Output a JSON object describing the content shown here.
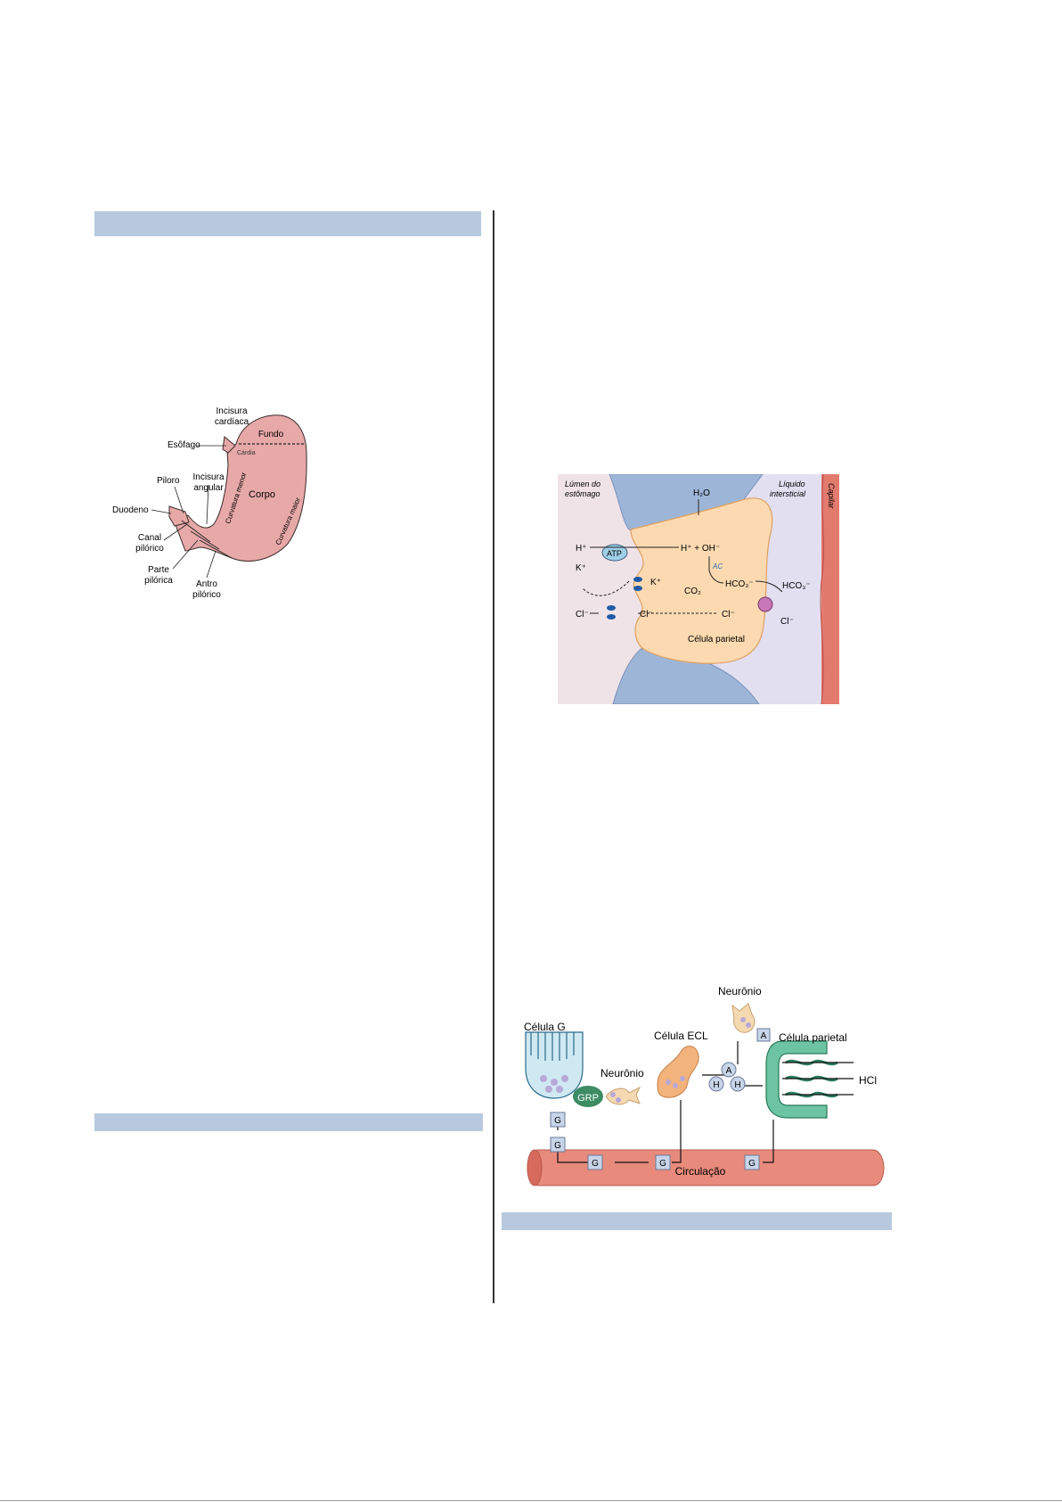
{
  "colors": {
    "section_bar": "#b8c9de",
    "stomach_fill": "#e7a9a8",
    "cell_fill": "#fcd9b0",
    "lumen_bg": "#efe3e8",
    "interstitial_bg": "#e2dff0",
    "epithelium_blue": "#9db6d8",
    "capillary_red": "#e27a6e",
    "gcell_fill": "#cfe9f2",
    "ecl_fill": "#f2b37c",
    "parietal_green": "#6cc4a2",
    "grp_green": "#3c8c64"
  },
  "stomach_figure": {
    "incisura_cardiaca_1": "Incisura",
    "incisura_cardiaca_2": "cardíaca",
    "fundo": "Fundo",
    "esofago": "Esôfago",
    "cardia": "Cárdia",
    "piloro": "Piloro",
    "incisura_angular_1": "Incisura",
    "incisura_angular_2": "angular",
    "curvatura_menor": "Curvatura menor",
    "corpo": "Corpo",
    "curvatura_maior": "Curvatura maior",
    "duodeno": "Duodeno",
    "canal_pilorico_1": "Canal",
    "canal_pilorico_2": "pilórico",
    "parte_pilorica_1": "Parte",
    "parte_pilorica_2": "pilórica",
    "antro_pilorico_1": "Antro",
    "antro_pilorico_2": "pilórico"
  },
  "parietal_cell_figure": {
    "lumen_1": "Lúmen do",
    "lumen_2": "estômago",
    "liquido_1": "Líquido",
    "liquido_2": "intersticial",
    "capilar": "Capilar",
    "h2o": "H₂O",
    "h_plus_lumen": "H⁺",
    "atp": "ATP",
    "h_oh": "H⁺ + OH⁻",
    "k_plus_lumen": "K⁺",
    "k_plus_cell": "K⁺",
    "ac": "AC",
    "hco3_cell": "HCO₃⁻",
    "co2": "CO₂",
    "hco3_out": "HCO₃⁻",
    "cl_lumen": "Cl⁻",
    "cl_cell_1": "Cl⁻",
    "cl_cell_2": "Cl⁻",
    "cl_blood": "Cl⁻",
    "celula_parietal": "Célula parietal"
  },
  "gastrin_figure": {
    "celula_g": "Célula G",
    "neuronio_top": "Neurônio",
    "celula_ecl": "Célula ECL",
    "celula_parietal": "Célula parietal",
    "neuronio_mid": "Neurônio",
    "grp": "GRP",
    "hcl": "HCl",
    "label_a": "A",
    "label_h": "H",
    "label_g": "G",
    "circulacao": "Circulação"
  }
}
